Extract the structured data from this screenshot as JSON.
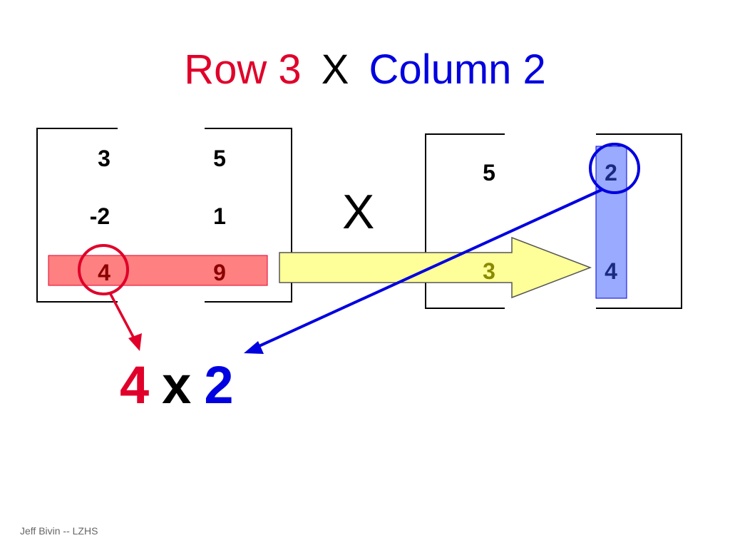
{
  "title": {
    "row_label": "Row 3",
    "times": "X",
    "col_label": "Column 2"
  },
  "matrix_a": {
    "rows": [
      [
        "3",
        "5"
      ],
      [
        "-2",
        "1"
      ],
      [
        "4",
        "9"
      ]
    ]
  },
  "operator": "X",
  "matrix_b": {
    "rows": [
      [
        "5",
        "2"
      ],
      [
        "3",
        "4"
      ]
    ]
  },
  "result": {
    "left": "4",
    "op": "x",
    "right": "2"
  },
  "footer": "Jeff Bivin -- LZHS",
  "colors": {
    "red": "#e0002a",
    "blue": "#0000e0",
    "row_highlight": "#ff8080",
    "col_highlight": "#99aaff",
    "arrow_fill": "#ffff99",
    "olive_text": "#8a8a00",
    "dark_red_text": "#8b0000",
    "dark_blue_text": "#1a2a80"
  }
}
